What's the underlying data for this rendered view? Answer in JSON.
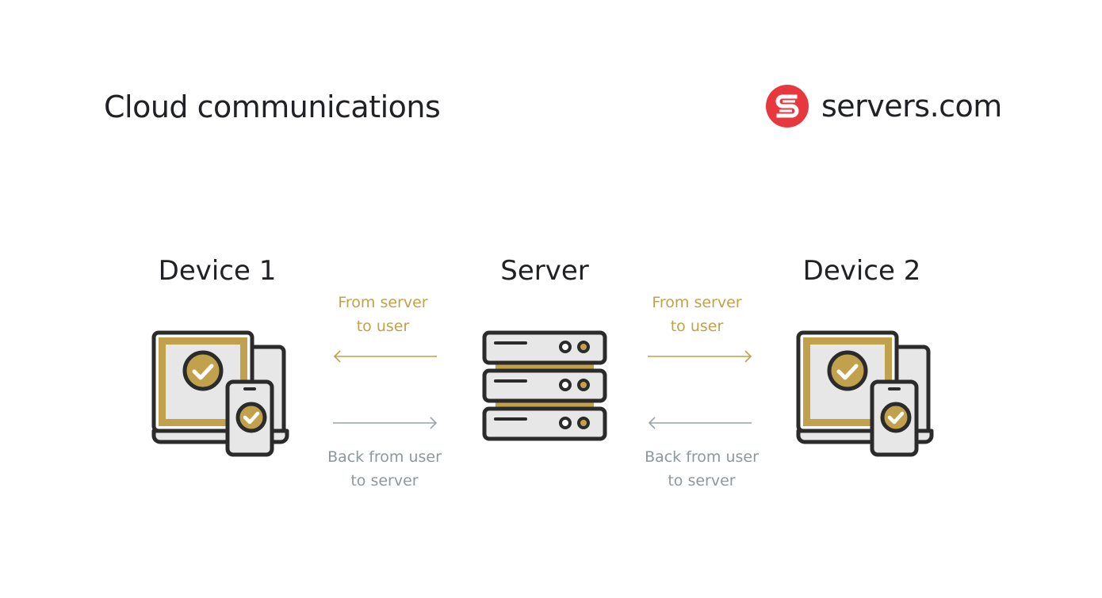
{
  "title": "Cloud communications",
  "brand": {
    "name": "servers.com",
    "logo_icon": "servers-logo-icon",
    "logo_color": "#e8383f"
  },
  "nodes": {
    "left": {
      "label": "Device 1",
      "icon": "laptop-phone-icon"
    },
    "center": {
      "label": "Server",
      "icon": "server-rack-icon"
    },
    "right": {
      "label": "Device 2",
      "icon": "laptop-phone-icon"
    }
  },
  "flows": {
    "left_to_user": {
      "line1": "From server",
      "line2": "to user",
      "direction": "left",
      "color": "#c1a14b"
    },
    "left_to_server": {
      "line1": "Back from user",
      "line2": "to server",
      "direction": "right",
      "color": "#9aa3a8"
    },
    "right_to_user": {
      "line1": "From server",
      "line2": "to user",
      "direction": "right",
      "color": "#c1a14b"
    },
    "right_to_server": {
      "line1": "Back from user",
      "line2": "to server",
      "direction": "left",
      "color": "#9aa3a8"
    }
  },
  "colors": {
    "outline": "#2b2b2b",
    "accent": "#c1a14b",
    "fill": "#e7e7e7",
    "text": "#202124"
  }
}
